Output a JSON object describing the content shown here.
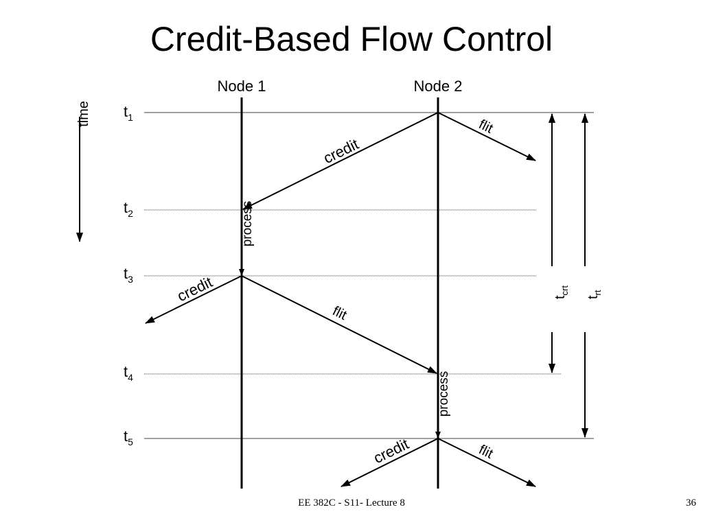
{
  "slide": {
    "title": "Credit-Based Flow Control",
    "footer": "EE 382C - S11- Lecture 8",
    "page_number": "36"
  },
  "diagram": {
    "nodes": [
      "Node 1",
      "Node 2"
    ],
    "time_axis_label": "time",
    "times": [
      {
        "label": "t",
        "sub": "1"
      },
      {
        "label": "t",
        "sub": "2"
      },
      {
        "label": "t",
        "sub": "3"
      },
      {
        "label": "t",
        "sub": "4"
      },
      {
        "label": "t",
        "sub": "5"
      }
    ],
    "message_labels": {
      "credit": "credit",
      "flit": "flit",
      "process": "process"
    },
    "interval_labels": {
      "inner": {
        "label": "t",
        "sub": "crt"
      },
      "outer": {
        "label": "t",
        "sub": "rt"
      }
    }
  }
}
